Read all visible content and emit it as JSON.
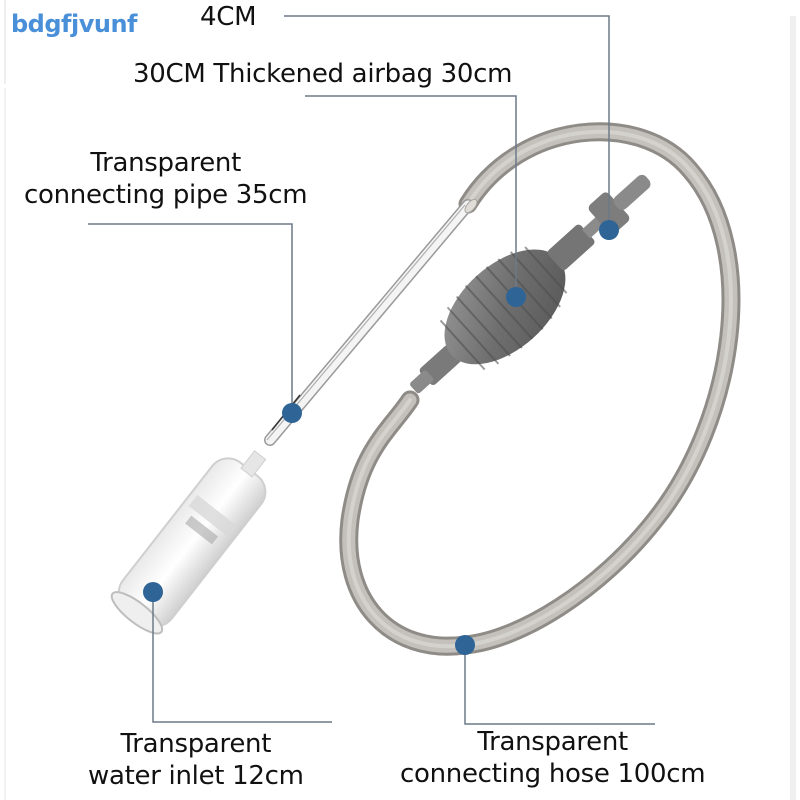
{
  "brand": {
    "text": "bdgfjvunf",
    "color": "#4a90d9"
  },
  "colors": {
    "marker": "#2f6496",
    "leader_line": "#6b7a88",
    "hose": "#b9b6b1",
    "pump": "#7a7a7a"
  },
  "labels": {
    "valve": {
      "text": "4CM"
    },
    "airbag": {
      "text": "30CM Thickened airbag 30cm"
    },
    "pipe": {
      "line1": "Transparent",
      "line2": "connecting pipe 35cm"
    },
    "inlet": {
      "line1": "Transparent",
      "line2": "water inlet 12cm"
    },
    "hose": {
      "line1": "Transparent",
      "line2": "connecting hose 100cm"
    }
  }
}
